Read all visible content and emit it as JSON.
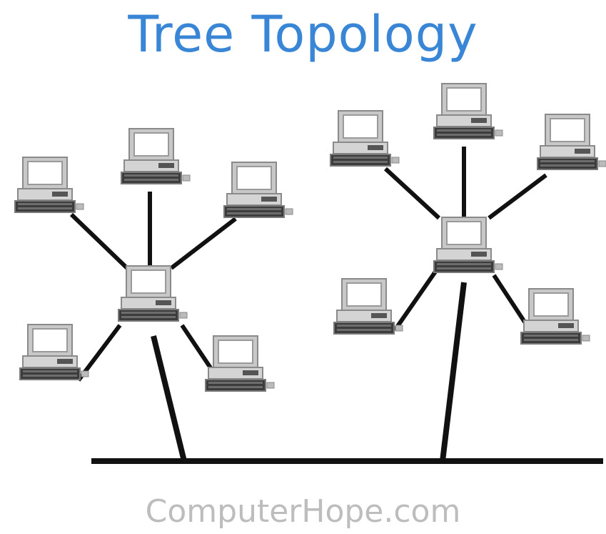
{
  "title": "Tree Topology",
  "watermark": "ComputerHope.com",
  "colors": {
    "title": "#3a86d6",
    "watermark": "#bdbdbd",
    "cable": "#111111",
    "computer_frame": "#9a9a9a",
    "computer_screen": "#ffffff",
    "computer_dark": "#3a3a3a",
    "background": "#ffffff"
  },
  "icons": {
    "computer": "desktop-computer-icon",
    "hub": "hub-computer-icon"
  },
  "diagram": {
    "backbone": "bus-backbone-cable",
    "trees": [
      {
        "name": "left-tree",
        "hub": "hub-computer",
        "leaf_count": 5
      },
      {
        "name": "right-tree",
        "hub": "hub-computer",
        "leaf_count": 5
      }
    ]
  }
}
